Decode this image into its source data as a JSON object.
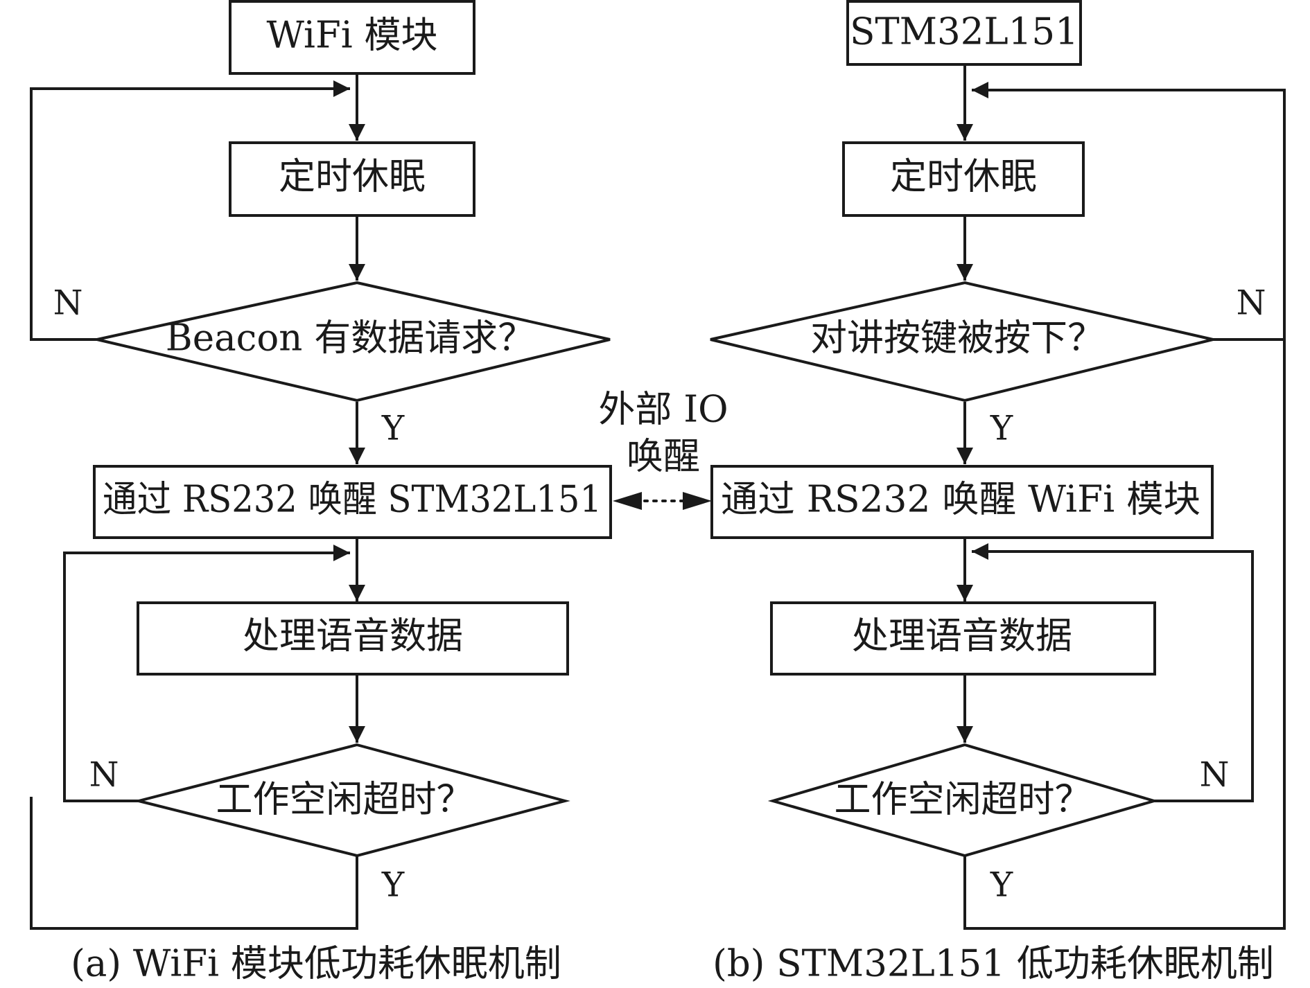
{
  "left": {
    "start": "WiFi 模块",
    "sleep": "定时休眠",
    "decision": "Beacon 有数据请求？",
    "wake": "通过 RS232 唤醒 STM32L151",
    "process": "处理语音数据",
    "idle": "工作空闲超时？",
    "caption": "(a) WiFi 模块低功耗休眠机制"
  },
  "right": {
    "start": "STM32L151",
    "sleep": "定时休眠",
    "decision": "对讲按键被按下？",
    "wake": "通过 RS232 唤醒 WiFi 模块",
    "process": "处理语音数据",
    "idle": "工作空闲超时？",
    "caption": "(b) STM32L151 低功耗休眠机制"
  },
  "middle": {
    "label_line1": "外部 IO",
    "label_line2": "唤醒"
  },
  "branch": {
    "yes": "Y",
    "no": "N"
  }
}
